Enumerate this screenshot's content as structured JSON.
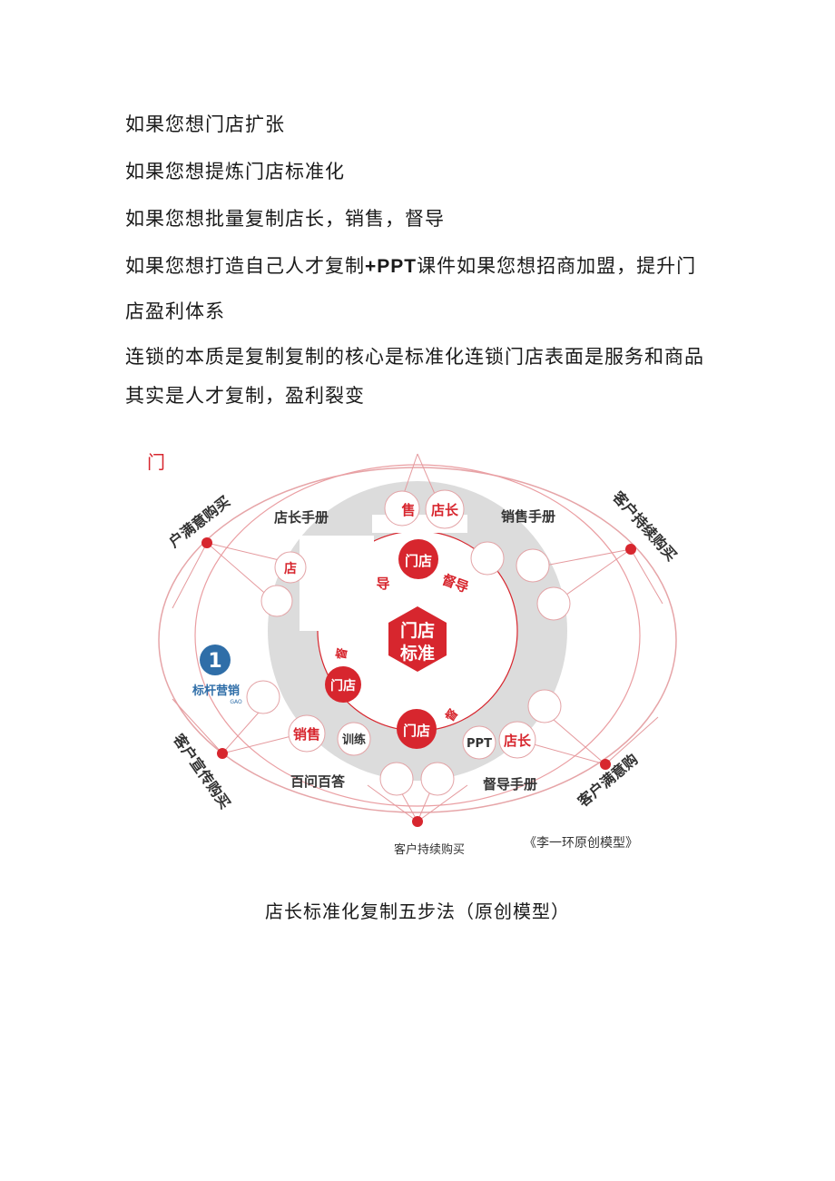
{
  "paragraphs": {
    "p1": "如果您想门店扩张",
    "p2": "如果您想提炼门店标准化",
    "p3": "如果您想批量复制店长，销售，督导",
    "p4a": "如果您想打造自己人才复制",
    "p4b": "+PPT",
    "p4c": "课件如果您想招商加盟，提升门",
    "p5": "店盈利体系",
    "p6": "连锁的本质是复制复制的核心是标准化连锁门店表面是服务和商品",
    "p7": "其实是人才复制，盈利裂变"
  },
  "diagram": {
    "center": [
      "门店",
      "标准"
    ],
    "handbooks": {
      "store_manager": "店长手册",
      "sales": "销售手册",
      "qa": "百问百答",
      "supervisor": "督导手册"
    },
    "nodes": {
      "top_sales": "售",
      "top_manager": "店长",
      "store_top": "门店",
      "guide": "导",
      "supervise": "督导",
      "store_bottom": "门店",
      "store_left": "门店",
      "left_small": "督",
      "bottom_small": "督",
      "sales": "销售",
      "training": "训练",
      "ppt": "PPT",
      "manager": "店长",
      "left_partial": "店"
    },
    "outer_labels": {
      "top_left": "户满意购买",
      "top_right": "客户持续购买",
      "bottom_left": "客户宣传购买",
      "bottom_right": "客户满意购",
      "bottom": "客户持续购买"
    },
    "logo": {
      "text": "标杆营销",
      "sub": "GAO"
    },
    "source": "《李一环原创模型》",
    "corner_mark": "门",
    "accent": "#d7262e"
  },
  "caption": "店长标准化复制五步法（原创模型）"
}
